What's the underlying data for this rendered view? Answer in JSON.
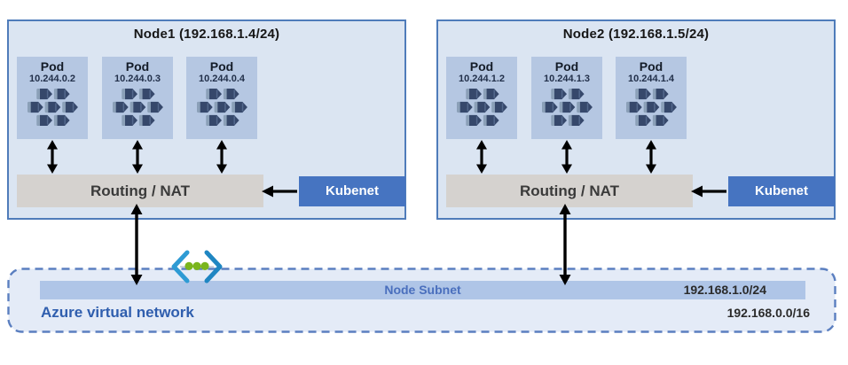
{
  "diagram": {
    "nodes": [
      {
        "title": "Node1 (192.168.1.4/24)",
        "pods": [
          {
            "label": "Pod",
            "ip": "10.244.0.2"
          },
          {
            "label": "Pod",
            "ip": "10.244.0.3"
          },
          {
            "label": "Pod",
            "ip": "10.244.0.4"
          }
        ],
        "routing_label": "Routing / NAT",
        "kubenet_label": "Kubenet"
      },
      {
        "title": "Node2 (192.168.1.5/24)",
        "pods": [
          {
            "label": "Pod",
            "ip": "10.244.1.2"
          },
          {
            "label": "Pod",
            "ip": "10.244.1.3"
          },
          {
            "label": "Pod",
            "ip": "10.244.1.4"
          }
        ],
        "routing_label": "Routing / NAT",
        "kubenet_label": "Kubenet"
      }
    ],
    "vnet": {
      "label": "Azure virtual network",
      "subnet_label": "Node Subnet",
      "subnet_cidr": "192.168.1.0/24",
      "vnet_cidr": "192.168.0.0/16"
    },
    "icons": {
      "pod_icon": "containers-cluster-icon",
      "vnet_icon": "azure-virtual-network-icon",
      "arrow_icon": "black-arrow"
    },
    "colors": {
      "node_fill": "#dbe5f2",
      "node_border": "#4f7cba",
      "pod_fill": "#b5c7e2",
      "routing_fill": "#d5d2cf",
      "kubenet_fill": "#4674c1",
      "kubenet_text": "#ffffff",
      "subnet_bar_fill": "#afc5e7",
      "subnet_label_text": "#4a6fbd",
      "vnet_fill": "#e4ebf7",
      "vnet_border": "#5b7fc0",
      "vnet_label_text": "#2f5eae",
      "arrow": "#000000",
      "vnet_icon_bracket": "#2e9bd4",
      "vnet_icon_dots": "#7ab51d"
    }
  }
}
